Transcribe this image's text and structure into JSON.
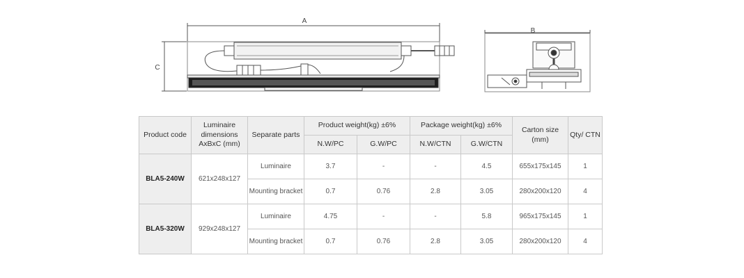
{
  "drawing": {
    "dim_a": "A",
    "dim_b": "B",
    "dim_c": "C"
  },
  "table": {
    "headers": {
      "product_code": "Product code",
      "luminaire_dimensions": "Luminaire dimensions AxBxC (mm)",
      "separate_parts": "Separate parts",
      "product_weight": "Product weight(kg) ±6%",
      "package_weight": "Package weight(kg) ±6%",
      "carton_size": "Carton size (mm)",
      "qty_ctn": "Qty/ CTN",
      "nw_pc": "N.W/PC",
      "gw_pc": "G.W/PC",
      "nw_ctn": "N.W/CTN",
      "gw_ctn": "G.W/CTN"
    },
    "products": [
      {
        "code": "BLA5-240W",
        "dimensions": "621x248x127",
        "parts": [
          {
            "part": "Luminaire",
            "nw_pc": "3.7",
            "gw_pc": "-",
            "nw_ctn": "-",
            "gw_ctn": "4.5",
            "carton": "655x175x145",
            "qty": "1"
          },
          {
            "part": "Mounting bracket",
            "nw_pc": "0.7",
            "gw_pc": "0.76",
            "nw_ctn": "2.8",
            "gw_ctn": "3.05",
            "carton": "280x200x120",
            "qty": "4"
          }
        ]
      },
      {
        "code": "BLA5-320W",
        "dimensions": "929x248x127",
        "parts": [
          {
            "part": "Luminaire",
            "nw_pc": "4.75",
            "gw_pc": "-",
            "nw_ctn": "-",
            "gw_ctn": "5.8",
            "carton": "965x175x145",
            "qty": "1"
          },
          {
            "part": "Mounting bracket",
            "nw_pc": "0.7",
            "gw_pc": "0.76",
            "nw_ctn": "2.8",
            "gw_ctn": "3.05",
            "carton": "280x200x120",
            "qty": "4"
          }
        ]
      }
    ]
  }
}
